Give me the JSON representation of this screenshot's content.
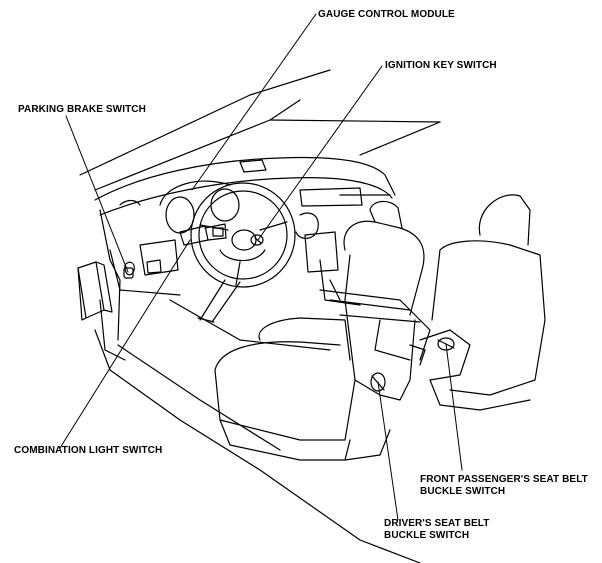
{
  "labels": {
    "gauge_control_module": "GAUGE CONTROL MODULE",
    "ignition_key_switch": "IGNITION KEY SWITCH",
    "parking_brake_switch": "PARKING BRAKE SWITCH",
    "combination_light_switch": "COMBINATION LIGHT SWITCH",
    "front_passenger_line1": "FRONT PASSENGER'S SEAT BELT",
    "front_passenger_line2": "BUCKLE SWITCH",
    "driver_line1": "DRIVER'S SEAT BELT",
    "driver_line2": "BUCKLE SWITCH"
  }
}
